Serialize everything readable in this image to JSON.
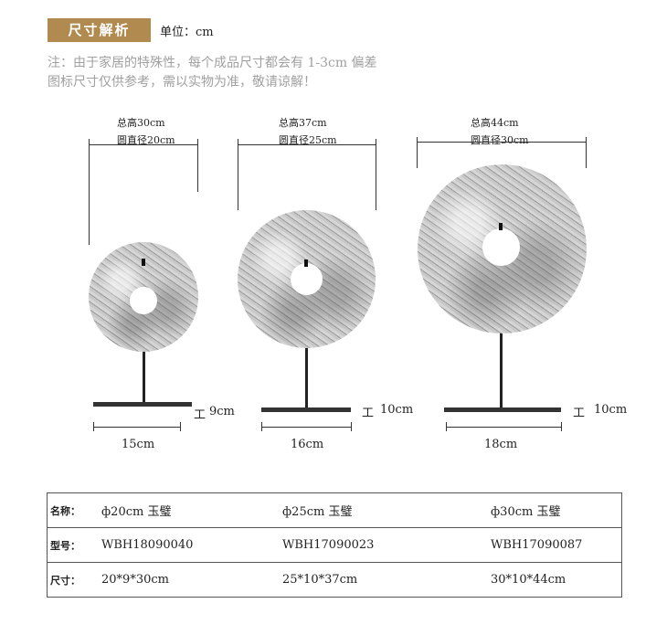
{
  "header": {
    "badge": "尺寸解析",
    "unit": "单位：cm"
  },
  "notes": [
    "注：由于家居的特殊性，每个成品尺寸都会有 1-3cm 偏差",
    "图标尺寸仅供参考，需以实物为准，敬请谅解！"
  ],
  "items": [
    {
      "height": "总高30cm",
      "diameter": "圆直径20cm",
      "depth": "9cm",
      "width": "15cm"
    },
    {
      "height": "总高37cm",
      "diameter": "圆直径25cm",
      "depth": "10cm",
      "width": "16cm"
    },
    {
      "height": "总高44cm",
      "diameter": "圆直径30cm",
      "depth": "10cm",
      "width": "18cm"
    }
  ],
  "table": {
    "rows": [
      {
        "label": "名称：",
        "cells": [
          "ф20cm 玉璧",
          "ф25cm 玉璧",
          "ф30cm 玉璧"
        ]
      },
      {
        "label": "型号：",
        "cells": [
          "WBH18090040",
          "WBH17090023",
          "WBH17090087"
        ]
      },
      {
        "label": "尺寸：",
        "cells": [
          "20*9*30cm",
          "25*10*37cm",
          "30*10*44cm"
        ]
      }
    ]
  }
}
